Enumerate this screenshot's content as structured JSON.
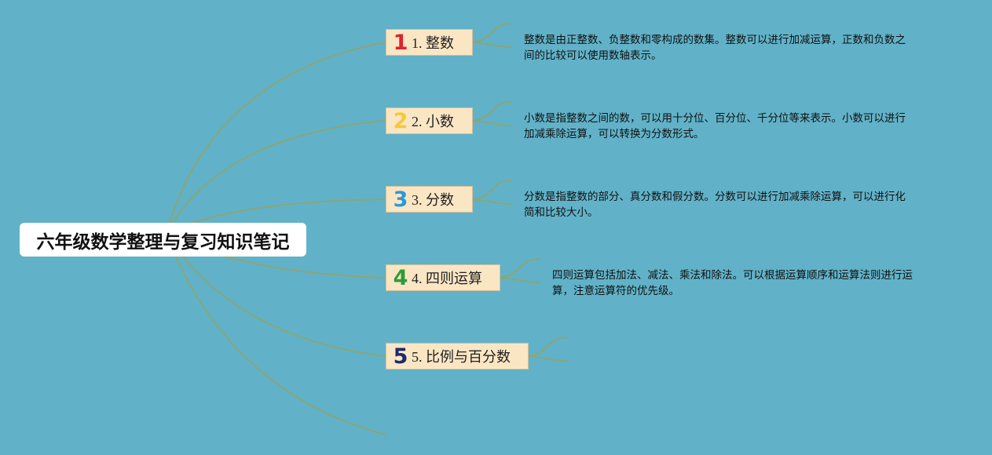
{
  "root": {
    "title": "六年级数学整理与复习知识笔记"
  },
  "branches": [
    {
      "icon": "1",
      "icon_name": "number-one-icon",
      "icon_color": "#d9262e",
      "label": "1. 整数",
      "note": "整数是由正整数、负整数和零构成的数集。整数可以进行加减运算，正数和负数之间的比较可以使用数轴表示。"
    },
    {
      "icon": "2",
      "icon_name": "number-two-icon",
      "icon_color": "#f5c93a",
      "label": "2. 小数",
      "note": "小数是指整数之间的数，可以用十分位、百分位、千分位等来表示。小数可以进行加减乘除运算，可以转换为分数形式。"
    },
    {
      "icon": "3",
      "icon_name": "number-three-icon",
      "icon_color": "#2a9ad8",
      "label": "3. 分数",
      "note": "分数是指整数的部分、真分数和假分数。分数可以进行加减乘除运算，可以进行化简和比较大小。"
    },
    {
      "icon": "4",
      "icon_name": "number-four-icon",
      "icon_color": "#2f9a3a",
      "label": "4. 四则运算",
      "note": "四则运算包括加法、减法、乘法和除法。可以根据运算顺序和运算法则进行运算，注意运算符的优先级。"
    },
    {
      "icon": "5",
      "icon_name": "number-five-icon",
      "icon_color": "#1e2a6e",
      "label": "5. 比例与百分数",
      "note": ""
    }
  ],
  "colors": {
    "background": "#61b2c8",
    "connector": "#8aa679",
    "branch_fill": "#fbe6c4"
  }
}
